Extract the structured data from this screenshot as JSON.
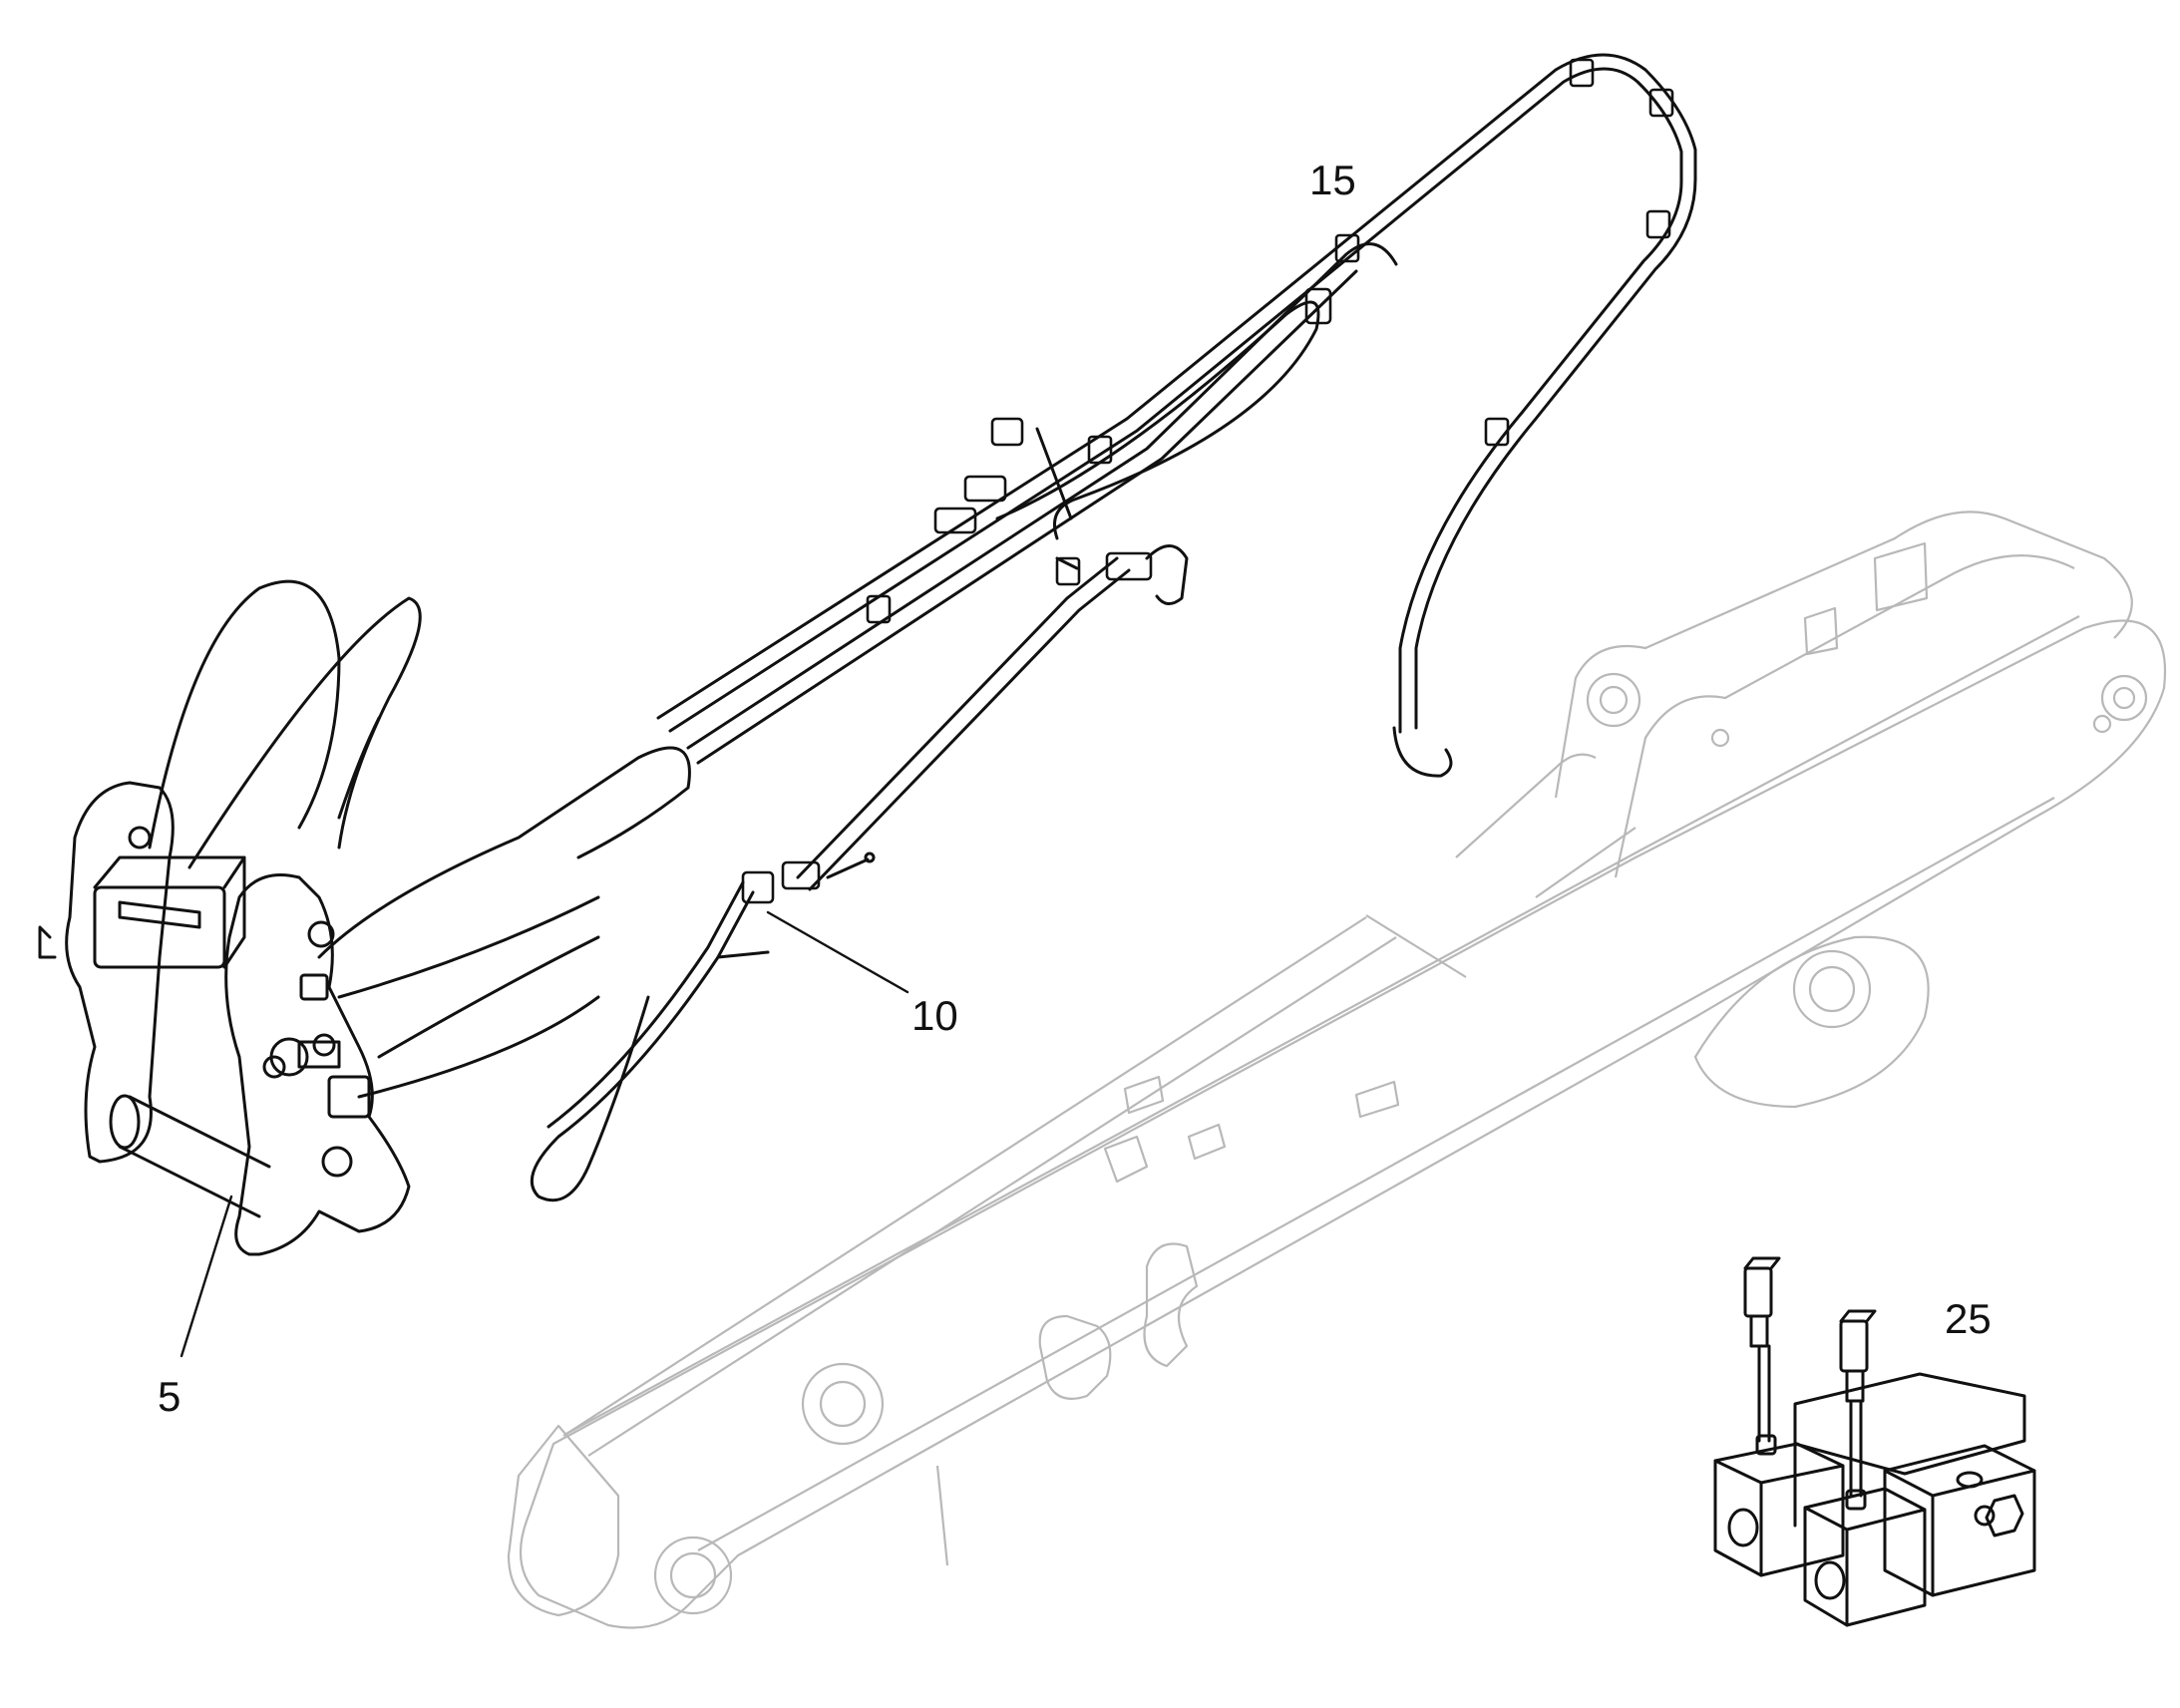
{
  "callouts": {
    "item_5": "5",
    "item_10": "10",
    "item_15": "15",
    "item_25": "25"
  },
  "colors": {
    "ink": "#111111",
    "ghost_boom": "#b8b8b8",
    "background": "#ffffff"
  }
}
